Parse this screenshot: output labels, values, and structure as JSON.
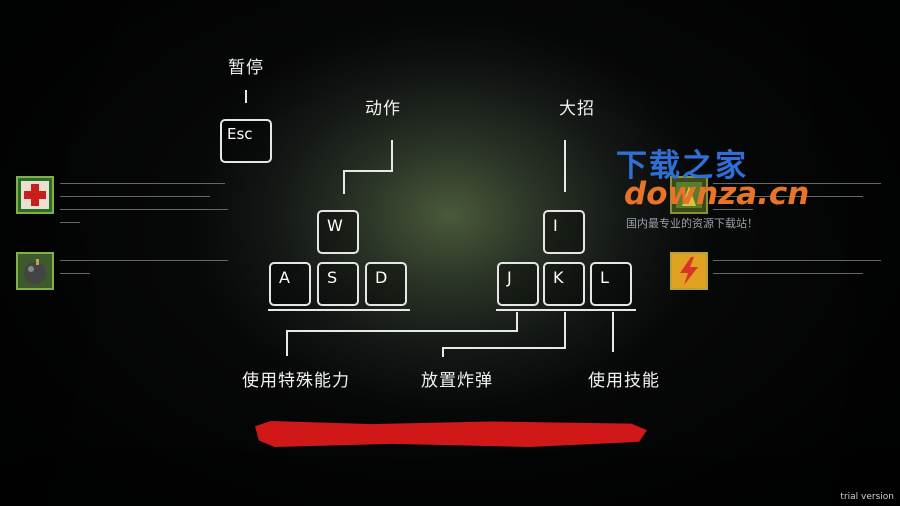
{
  "labels": {
    "pause": "暂停",
    "action": "动作",
    "ultimate": "大招",
    "special": "使用特殊能力",
    "bomb": "放置炸弹",
    "skill": "使用技能"
  },
  "keys": {
    "esc": "Esc",
    "w": "W",
    "a": "A",
    "s": "S",
    "d": "D",
    "i": "I",
    "j": "J",
    "k": "K",
    "l": "L"
  },
  "icons": {
    "health": "health-cross-icon",
    "bomb": "bomb-icon",
    "lightning": "lightning-icon",
    "ultimate": "ultimate-icon"
  },
  "watermark": {
    "line1": "下载之家",
    "line2": "downza.cn",
    "line3": "国内最专业的资源下载站！"
  },
  "trial_text": "trial version",
  "colors": {
    "red_bar": "#d01818",
    "icon_border": "#7fb04a",
    "watermark_blue": "#2f6fd6",
    "watermark_orange": "#e8742a"
  }
}
